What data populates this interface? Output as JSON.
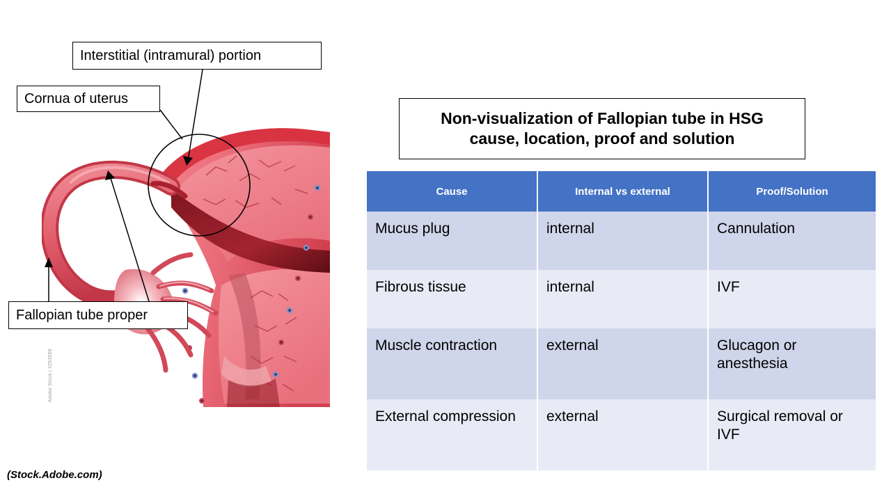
{
  "illustration": {
    "alt_name": "female-reproductive-anatomy-uterus-fallopian-tube",
    "watermark": "Adobe Stock | #253558",
    "credit": "(Stock.Adobe.com)",
    "annotation_circle": "circle-highlight-cornual-region",
    "callouts": [
      {
        "id": "interstitial",
        "label": "Interstitial (intramural) portion"
      },
      {
        "id": "cornua",
        "label": "Cornua of uterus"
      },
      {
        "id": "fallopian",
        "label": "Fallopian tube proper"
      }
    ]
  },
  "title": {
    "line1": "Non-visualization of Fallopian tube in HSG",
    "line2": "cause, location, proof and solution"
  },
  "table": {
    "headers": [
      "Cause",
      "Internal vs external",
      "Proof/Solution"
    ],
    "rows": [
      {
        "cause": "Mucus plug",
        "location": "internal",
        "proof": "Cannulation"
      },
      {
        "cause": "Fibrous tissue",
        "location": "internal",
        "proof": "IVF"
      },
      {
        "cause": "Muscle contraction",
        "location": "external",
        "proof": "Glucagon or anesthesia"
      },
      {
        "cause": "External compression",
        "location": "external",
        "proof": "Surgical removal or IVF"
      }
    ]
  },
  "colors": {
    "header_blue": "#4472C4",
    "row_band_dark": "#CFD5EA",
    "row_band_light": "#E8EBF5",
    "outline": "#000000"
  }
}
